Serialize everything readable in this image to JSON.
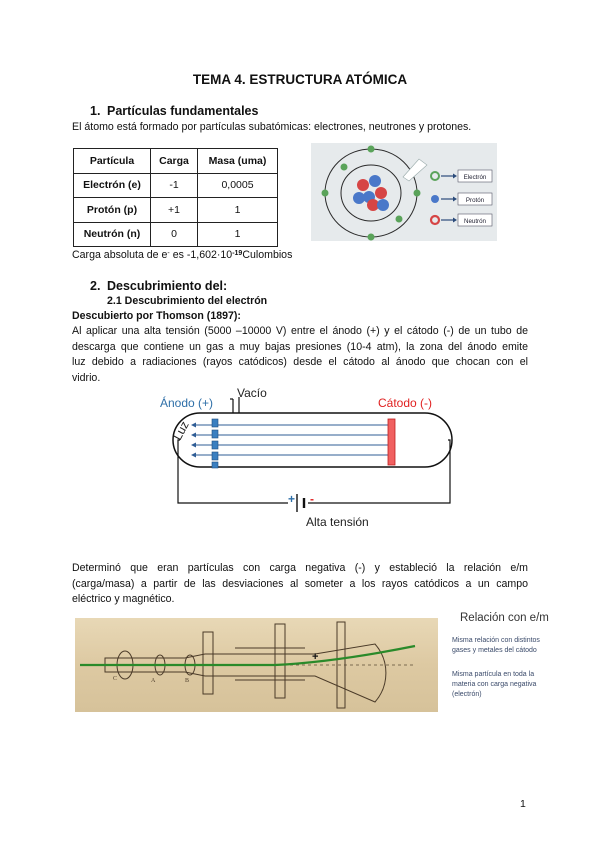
{
  "title": "TEMA 4. ESTRUCTURA ATÓMICA",
  "section1": {
    "number": "1.",
    "heading": "Partículas fundamentales",
    "intro": "El átomo está formado por partículas subatómicas: electrones, neutrones y protones."
  },
  "table": {
    "headers": [
      "Partícula",
      "Carga",
      "Masa (uma)"
    ],
    "rows": [
      {
        "name": "Electrón (e)",
        "charge": "-1",
        "mass": "0,0005"
      },
      {
        "name": "Protón (p)",
        "charge": "+1",
        "mass": "1"
      },
      {
        "name": "Neutrón (n)",
        "charge": "0",
        "mass": "1"
      }
    ]
  },
  "atom_legend": [
    "Electrón",
    "Protón",
    "Neutrón"
  ],
  "charge_note": {
    "pre": "Carga absoluta de e",
    "sup1": "-",
    "mid": " es -1,602·10",
    "sup2": "-19",
    "post": "Culombios"
  },
  "section2": {
    "number": "2.",
    "heading": "Descubrimiento del:",
    "subheading": "2.1 Descubrimiento del electrón",
    "thomson": "Descubierto por Thomson (1897):",
    "para1_lines": [
      "Al aplicar una alta tensión (5000 –10000 V) entre el ánodo (+) y el cátodo (-) de un tubo de",
      "descarga que contiene un gas a muy bajas presiones (10-4 atm), la zona del ánodo emite",
      "luz debido a radiaciones (rayos catódicos) desde el cátodo al ánodo que chocan con el"
    ],
    "para1_last": "vidrio.",
    "para2_lines": [
      "Determinó que eran partículas con carga negativa (-) y estableció la relación e/m",
      "(carga/masa) a partir de las desviaciones al someter a los rayos catódicos a un campo"
    ],
    "para2_last": "eléctrico y magnético."
  },
  "tube_diagram": {
    "anode": "Ánodo (+)",
    "cathode": "Cátodo (-)",
    "vacuum": "Vacío",
    "light": "Luz",
    "voltage": "Alta tensión",
    "plus": "+",
    "minus": "-",
    "colors": {
      "anode": "#2e6fa8",
      "cathode": "#e02020",
      "rays": "#2f5d96"
    }
  },
  "thomson_photo": {
    "heading": "Relación con e/m",
    "note1": [
      "Misma relación con distintos",
      "gases y metales del cátodo"
    ],
    "note2": [
      "Misma partícula en toda la",
      "materia con carga negativa",
      "(electrón)"
    ],
    "labels": [
      "C",
      "A",
      "B"
    ],
    "plus": "+"
  },
  "page_number": "1"
}
